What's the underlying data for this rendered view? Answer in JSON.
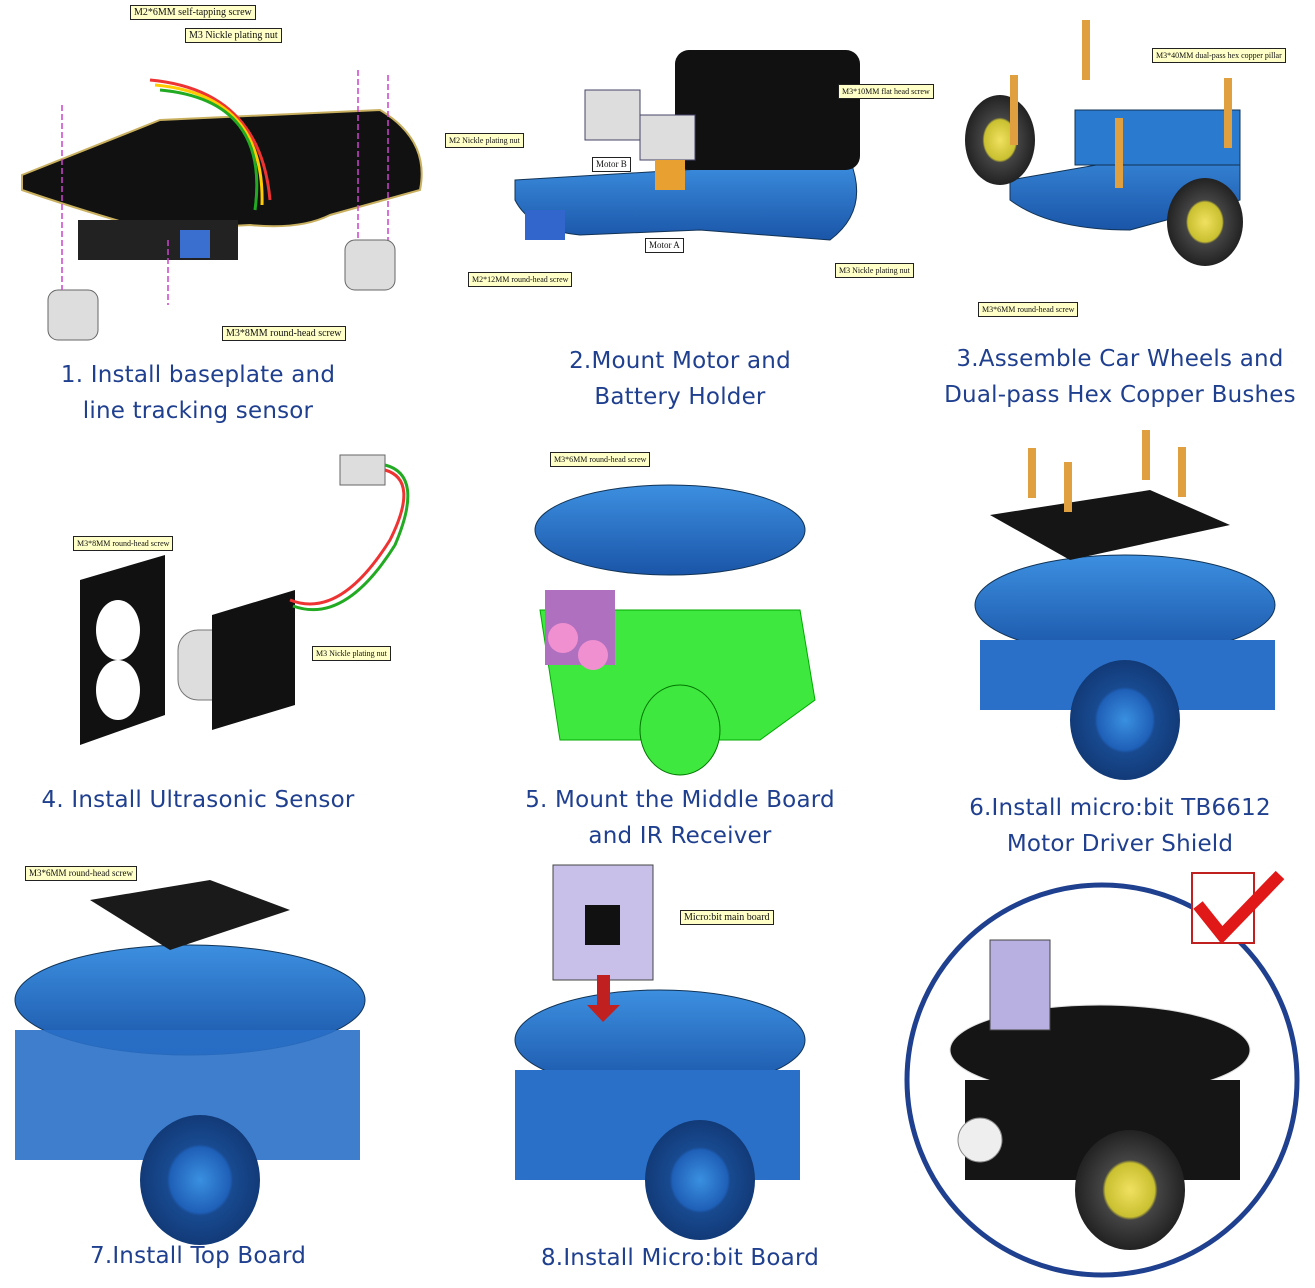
{
  "steps": [
    {
      "caption_1": "1. Install baseplate and",
      "caption_2": "line tracking sensor",
      "labels": [
        "M2*6MM  self-tapping  screw",
        "M3 Nickle plating nut",
        "M3*8MM round-head screw"
      ]
    },
    {
      "caption_1": "2.Mount Motor and",
      "caption_2": "Battery Holder",
      "labels": [
        "M3*10MM flat head screw",
        "M2 Nickle plating nut",
        "Motor B",
        "Motor A",
        "M2*12MM round-head screw",
        "M3 Nickle plating nut"
      ]
    },
    {
      "caption_1": "3.Assemble Car Wheels and",
      "caption_2": "Dual-pass Hex Copper Bushes",
      "labels": [
        "M3*40MM dual-pass hex copper pillar",
        "M3*6MM round-head screw"
      ]
    },
    {
      "caption_1": "4. Install Ultrasonic Sensor",
      "labels": [
        "M3*8MM round-head screw",
        "M3 Nickle plating nut"
      ]
    },
    {
      "caption_1": "5. Mount the Middle Board",
      "caption_2": "and IR Receiver",
      "labels": [
        "M3*6MM round-head screw"
      ]
    },
    {
      "caption_1": "6.Install micro:bit TB6612",
      "caption_2": "Motor Driver Shield"
    },
    {
      "caption_1": "7.Install Top Board",
      "labels": [
        "M3*6MM round-head screw"
      ]
    },
    {
      "caption_1": "8.Install Micro:bit Board",
      "labels": [
        "Micro:bit main board"
      ]
    }
  ],
  "colors": {
    "caption": "#1f3f8f",
    "board_blue": "#2a78c8",
    "check_red": "#e01818",
    "circle": "#1f3f8f"
  }
}
